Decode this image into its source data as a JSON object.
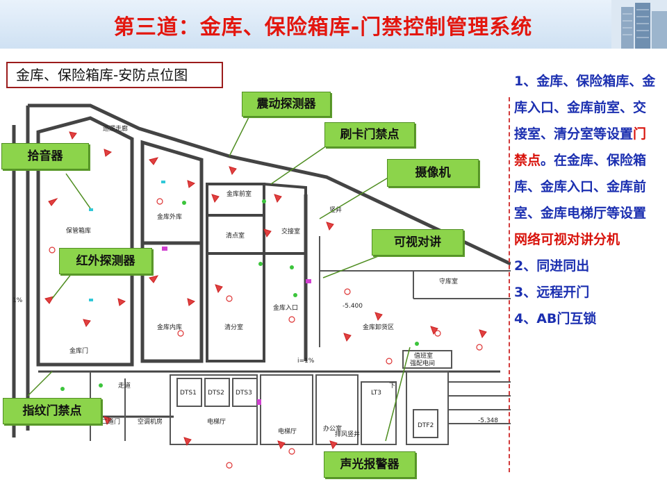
{
  "title": "第三道：金库、保险箱库-门禁控制管理系统",
  "map_label": "金库、保险箱库-安防点位图",
  "callouts": {
    "shake": "震动探测器",
    "card": "刷卡门禁点",
    "camera": "摄像机",
    "pickup": "拾音器",
    "intercom": "可视对讲",
    "infrared": "红外探测器",
    "fingerprint": "指纹门禁点",
    "alarm": "声光报警器"
  },
  "bullets": {
    "line1": "1、金库、保险箱库、金",
    "line2": "库入口、金库前室、交",
    "line3_a": "接室、清分室等设置",
    "line3_b": "门",
    "line4_a": "禁点",
    "line4_b": "。在金库、保险箱",
    "line5": "库、金库入口、金库前",
    "line6": "室、金库电梯厅等设置",
    "line7": "网络可视对讲分机",
    "line8": "2、同进同出",
    "line9": "3、远程开门",
    "line10": "4、AB门互锁"
  },
  "rooms": {
    "corridor_top": "巡逻走廊",
    "safe_box": "保管箱库",
    "vault_outer": "金库外库",
    "vault_front": "金库前室",
    "counting": "清点室",
    "handover": "交接室",
    "shaft": "竖井",
    "vault_inner": "金库内库",
    "sorting": "清分室",
    "vault_entry": "金库入口",
    "loading": "金库卸货区",
    "guard": "守库室",
    "vault_door": "金库门",
    "aisle": "走道",
    "door2": "二道门",
    "ac": "空调机房",
    "elevator_hall1": "电梯厅",
    "elevator_hall2": "电梯厅",
    "office": "办公室",
    "duty": "值班室",
    "power": "强配电间",
    "exhaust": "排风竖井",
    "dts1": "DTS1",
    "dts2": "DTS2",
    "dts3": "DTS3",
    "dtf2": "DTF2",
    "lt3": "LT3",
    "level1": "-5.400",
    "level2": "-5.348",
    "slope": "i=1%",
    "slope2": "1%",
    "down": "下"
  }
}
